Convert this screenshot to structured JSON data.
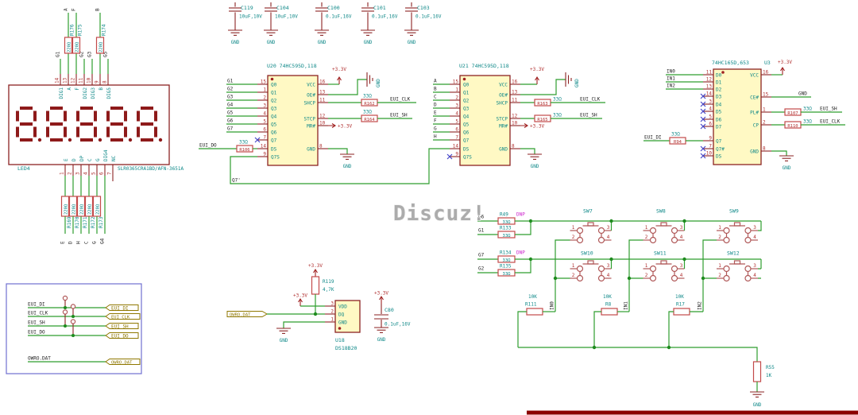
{
  "watermark": "Discuz!",
  "pwr": {
    "v33": "+3.3V",
    "gnd": "GND"
  },
  "display": {
    "ref": "LED4",
    "part": "SLR0365CRA1BD/AFN-3651A",
    "top_pins": [
      {
        "num": "14",
        "name": "DIG1",
        "net": "G1"
      },
      {
        "num": "13",
        "name": "A",
        "net": "A",
        "res": "R176",
        "val": "220Ω"
      },
      {
        "num": "12",
        "name": "F",
        "net": "F",
        "res": "R175",
        "val": "220Ω"
      },
      {
        "num": "11",
        "name": "DIG2",
        "net": "G2"
      },
      {
        "num": "10",
        "name": "DIG3",
        "net": "G3"
      },
      {
        "num": "9",
        "name": "B",
        "net": "B",
        "res": "R174",
        "val": "220Ω"
      },
      {
        "num": "8",
        "name": "DIG5",
        "net": "G5"
      }
    ],
    "bot_pins": [
      {
        "num": "1",
        "name": "E",
        "net": "E",
        "res": "R169",
        "val": "220Ω"
      },
      {
        "num": "2",
        "name": "D",
        "net": "D",
        "res": "R170",
        "val": "220Ω"
      },
      {
        "num": "3",
        "name": "DP",
        "net": "H",
        "res": "R171",
        "val": "220Ω"
      },
      {
        "num": "4",
        "name": "C",
        "net": "C",
        "res": "R172",
        "val": "220Ω"
      },
      {
        "num": "5",
        "name": "G",
        "net": "G",
        "res": "R173",
        "val": "220Ω"
      },
      {
        "num": "6",
        "name": "DIG4",
        "net": "G4"
      },
      {
        "num": "7",
        "name": "NC"
      }
    ]
  },
  "caps": [
    {
      "ref": "C119",
      "val": "10uF,10V"
    },
    {
      "ref": "C104",
      "val": "10uF,10V"
    },
    {
      "ref": "C100",
      "val": "0.1uF,16V"
    },
    {
      "ref": "C101",
      "val": "0.1uF,16V"
    },
    {
      "ref": "C103",
      "val": "0.1uF,16V"
    }
  ],
  "u20": {
    "title": "U20 74HC595D,118",
    "left": [
      {
        "num": "15",
        "name": "Q0",
        "net": "G1"
      },
      {
        "num": "1",
        "name": "Q1",
        "net": "G2"
      },
      {
        "num": "2",
        "name": "Q2",
        "net": "G3"
      },
      {
        "num": "3",
        "name": "Q3",
        "net": "G4"
      },
      {
        "num": "4",
        "name": "Q4",
        "net": "G5"
      },
      {
        "num": "5",
        "name": "Q5",
        "net": "G6"
      },
      {
        "num": "6",
        "name": "Q6",
        "net": "G7"
      },
      {
        "num": "7",
        "name": "Q7"
      },
      {
        "num": "14",
        "name": "DS"
      },
      {
        "num": "9",
        "name": "Q7S"
      }
    ],
    "right": [
      {
        "num": "16",
        "name": "VCC"
      },
      {
        "num": "13",
        "name": "OE#"
      },
      {
        "num": "11",
        "name": "SHCP"
      },
      {
        "num": "12",
        "name": "STCP"
      },
      {
        "num": "10",
        "name": "MR#"
      },
      {
        "num": "8",
        "name": "GND"
      }
    ],
    "rin_ref": "R106",
    "rin_val": "33Ω",
    "rin_net": "EUI_DO",
    "rclk_ref": "R162",
    "rclk_val": "33Ω",
    "rclk_net": "EUI_CLK",
    "rsh_ref": "R164",
    "rsh_val": "33Ω",
    "rsh_net": "EUI_SH",
    "q7p": "Q7'"
  },
  "u21": {
    "title": "U21 74HC595D,118",
    "left": [
      {
        "num": "15",
        "name": "Q0",
        "net": "A"
      },
      {
        "num": "1",
        "name": "Q1",
        "net": "B"
      },
      {
        "num": "2",
        "name": "Q2",
        "net": "C"
      },
      {
        "num": "3",
        "name": "Q3",
        "net": "D"
      },
      {
        "num": "4",
        "name": "Q4",
        "net": "E"
      },
      {
        "num": "5",
        "name": "Q5",
        "net": "F"
      },
      {
        "num": "6",
        "name": "Q6",
        "net": "G"
      },
      {
        "num": "7",
        "name": "Q7",
        "net": "H"
      },
      {
        "num": "14",
        "name": "DS"
      },
      {
        "num": "9",
        "name": "Q7S"
      }
    ],
    "right": [
      {
        "num": "16",
        "name": "VCC"
      },
      {
        "num": "13",
        "name": "OE#"
      },
      {
        "num": "11",
        "name": "SHCP"
      },
      {
        "num": "12",
        "name": "STCP"
      },
      {
        "num": "10",
        "name": "MR#"
      },
      {
        "num": "8",
        "name": "GND"
      }
    ],
    "rclk_ref": "R163",
    "rclk_val": "33Ω",
    "rclk_net": "EUI_CLK",
    "rsh_ref": "R165",
    "rsh_val": "33Ω",
    "rsh_net": "EUI_SH"
  },
  "u3": {
    "part": "74HC165D,653",
    "ref": "U3",
    "left": [
      {
        "num": "11",
        "name": "D0",
        "net": "IN0"
      },
      {
        "num": "12",
        "name": "D1",
        "net": "IN1"
      },
      {
        "num": "13",
        "name": "D2",
        "net": "IN2"
      },
      {
        "num": "14",
        "name": "D3"
      },
      {
        "num": "3",
        "name": "D4"
      },
      {
        "num": "4",
        "name": "D5"
      },
      {
        "num": "5",
        "name": "D6"
      },
      {
        "num": "6",
        "name": "D7"
      },
      {
        "num": "9",
        "name": "Q7"
      },
      {
        "num": "7",
        "name": "Q7#"
      },
      {
        "num": "10",
        "name": "DS"
      }
    ],
    "right": [
      {
        "num": "16",
        "name": "VCC"
      },
      {
        "num": "15",
        "name": "CE#",
        "net": "GND"
      },
      {
        "num": "1",
        "name": "PL#"
      },
      {
        "num": "2",
        "name": "CP"
      },
      {
        "num": "8",
        "name": "GND"
      }
    ],
    "rin_ref": "R94",
    "rin_val": "33Ω",
    "rin_net": "EUI_DI",
    "rsh_ref": "R107",
    "rsh_val": "33Ω",
    "rsh_net": "EUI_SH",
    "rclk_ref": "R110",
    "rclk_val": "33Ω",
    "rclk_net": "EUI_CLK"
  },
  "conn": {
    "rows": [
      {
        "l": "EUI_DI",
        "r": "EUI_DI"
      },
      {
        "l": "EUI_CLK",
        "r": "EUI_CLK"
      },
      {
        "l": "EUI_SH",
        "r": "EUI_SH"
      },
      {
        "l": "EUI_DO",
        "r": "EUI_DO"
      }
    ],
    "owro_l": "OWRO.DAT",
    "owro_r": "OWRO.DAT"
  },
  "temp": {
    "r119_ref": "R119",
    "r119_val": "4,7K",
    "u18_ref": "U18",
    "u18_part": "DS18B20",
    "pins": [
      {
        "num": "3",
        "name": "VDD"
      },
      {
        "num": "2",
        "name": "DQ"
      },
      {
        "num": "1",
        "name": "GND"
      }
    ],
    "owro": "OWRO.DAT",
    "c80_ref": "C80",
    "c80_val": "0.1uF,16V"
  },
  "sw": {
    "pins": [
      "1",
      "2",
      "3",
      "4"
    ],
    "row1": {
      "net_a": "G6",
      "ra_ref": "R49",
      "ra_val": "33Ω",
      "dnp": "DNP",
      "net_b": "G1",
      "rb_ref": "R133",
      "rb_val": "33Ω"
    },
    "row2": {
      "net_a": "G7",
      "ra_ref": "R134",
      "ra_val": "33Ω",
      "dnp": "DNP",
      "net_b": "G2",
      "rb_ref": "R135",
      "rb_val": "33Ω"
    },
    "names": [
      "SW7",
      "SW8",
      "SW9",
      "SW10",
      "SW11",
      "SW12"
    ],
    "pulls": [
      {
        "val": "10K",
        "ref": "R111",
        "net": "IN0"
      },
      {
        "val": "10K",
        "ref": "R8",
        "net": "IN1"
      },
      {
        "val": "10K",
        "ref": "R17",
        "net": "IN2"
      }
    ],
    "r55_ref": "R55",
    "r55_val": "1K"
  }
}
